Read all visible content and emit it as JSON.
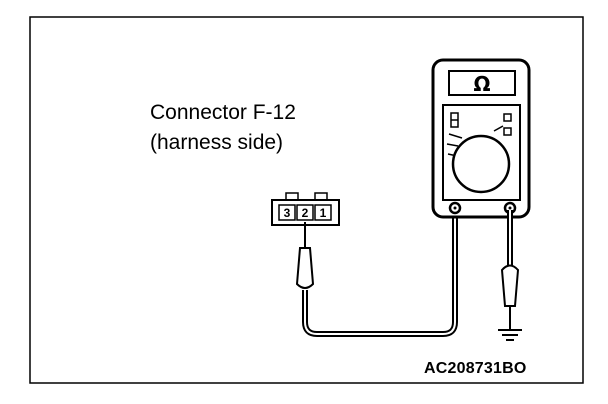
{
  "connector": {
    "label_line1": "Connector F-12",
    "label_line2": "(harness side)",
    "pins": [
      "3",
      "2",
      "1"
    ]
  },
  "meter": {
    "display_symbol": "Ω",
    "mode": "ohmmeter"
  },
  "reference_code": "AC208731BO",
  "icons": [
    "ohmmeter-icon",
    "ground-symbol-icon",
    "test-probe-icon",
    "connector-icon"
  ],
  "colors": {
    "line": "#000000",
    "background": "#ffffff"
  }
}
